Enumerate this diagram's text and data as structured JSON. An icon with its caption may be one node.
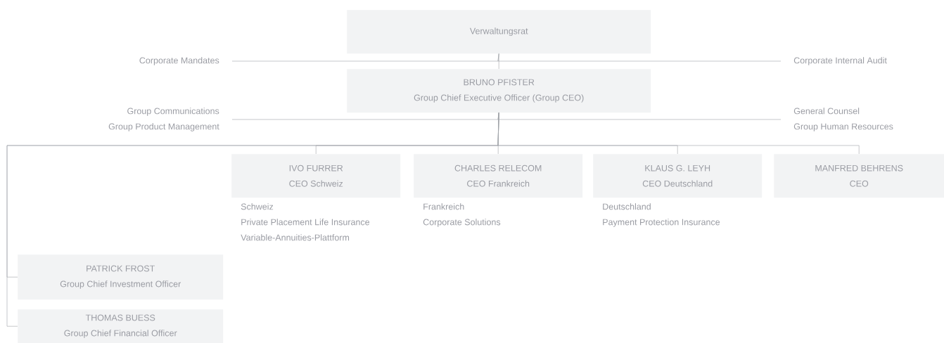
{
  "diagram": {
    "nodes": [
      {
        "text": [
          "Verwaltungsrat"
        ]
      },
      {
        "text": [
          "Corporate Mandates"
        ]
      },
      {
        "text": [
          "Corporate Internal Audit"
        ]
      },
      {
        "text": [
          "BRUNO PFISTER",
          "Group Chief Executive Officer (Group CEO)"
        ]
      },
      {
        "text": [
          "Group Communications",
          "Group Product Management"
        ]
      },
      {
        "text": [
          "General Counsel",
          "Group Human Resources"
        ]
      },
      {
        "text": [
          "IVO FURRER",
          "CEO Schweiz"
        ],
        "beside": [
          "Schweiz",
          "Private Placement Life Insurance",
          "Variable-Annuities-Plattform"
        ]
      },
      {
        "text": [
          "CHARLES RELECOM",
          "CEO Frankreich"
        ],
        "beside": [
          "Frankreich",
          "Corporate Solutions"
        ]
      },
      {
        "text": [
          "KLAUS G. LEYH",
          "CEO Deutschland"
        ],
        "beside": [
          "Deutschland",
          "Payment Protection Insurance"
        ]
      },
      {
        "text": [
          "MANFRED BEHRENS",
          "CEO"
        ]
      },
      {
        "text": [
          "PATRICK FROST",
          "Group Chief Investment Officer"
        ]
      },
      {
        "text": [
          "THOMAS BUESS",
          "Group Chief Financial Officer"
        ]
      }
    ],
    "edges": [
      {
        "from": 0,
        "to": 3,
        "arrow": "none"
      },
      {
        "from": 0,
        "to": 1,
        "arrow": "none"
      },
      {
        "from": 0,
        "to": 2,
        "arrow": "none"
      },
      {
        "from": 3,
        "to": 4,
        "arrow": "none"
      },
      {
        "from": 3,
        "to": 5,
        "arrow": "none"
      },
      {
        "from": 3,
        "to": 6,
        "arrow": "none"
      },
      {
        "from": 3,
        "to": 7,
        "arrow": "none"
      },
      {
        "from": 3,
        "to": 8,
        "arrow": "none"
      },
      {
        "from": 3,
        "to": 9,
        "arrow": "none"
      },
      {
        "from": 3,
        "to": 10,
        "arrow": "none"
      },
      {
        "from": 3,
        "to": 11,
        "arrow": "none"
      }
    ]
  }
}
